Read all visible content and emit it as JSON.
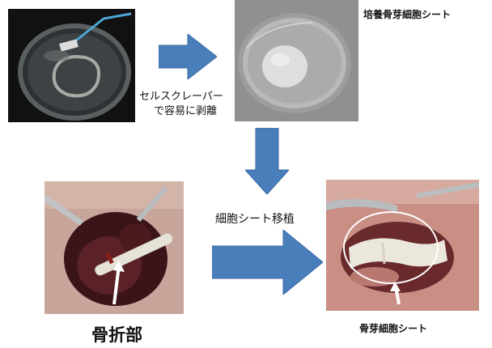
{
  "labels": {
    "scrape_line1": "セルスクレーパー",
    "scrape_line2": "で容易に剥離",
    "cultured_sheet": "培養骨芽細胞シート",
    "transplant": "細胞シート移植",
    "fracture_site": "骨折部",
    "sheet_bottom": "骨芽細胞シート"
  },
  "colors": {
    "arrow_blue": "#4a7ebb",
    "arrow_edge": "#3a6aa6"
  }
}
